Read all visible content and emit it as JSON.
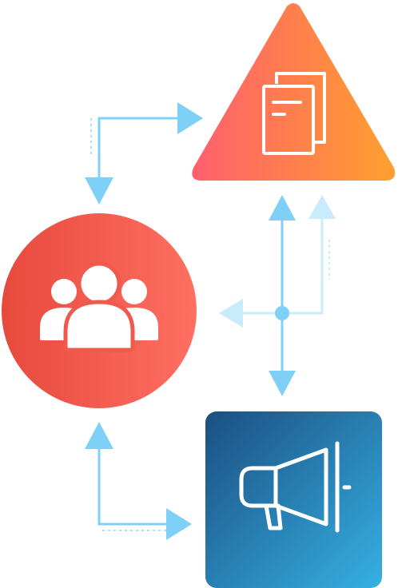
{
  "nodes": [
    {
      "id": "documents",
      "shape": "triangle",
      "icon": "documents-icon",
      "gradient": [
        "#ff5f6d",
        "#ff9f2f"
      ]
    },
    {
      "id": "team",
      "shape": "circle",
      "icon": "people-group-icon",
      "gradient": [
        "#e64a3d",
        "#ff6f62"
      ]
    },
    {
      "id": "announcements",
      "shape": "rounded-square",
      "icon": "megaphone-icon",
      "gradient": [
        "#1b4f82",
        "#36b0e3"
      ]
    }
  ],
  "connectors": [
    {
      "from": "team",
      "to": "documents",
      "style": "double-arrow"
    },
    {
      "from": "team",
      "to": "announcements",
      "style": "double-arrow"
    },
    {
      "from": "documents",
      "to": "announcements",
      "style": "double-arrow-with-branch"
    }
  ],
  "colors": {
    "arrow": "#7fd0f6",
    "arrow_faded": "#c9ebfb",
    "dots": "#a9dff8",
    "icon": "#ffffff"
  }
}
